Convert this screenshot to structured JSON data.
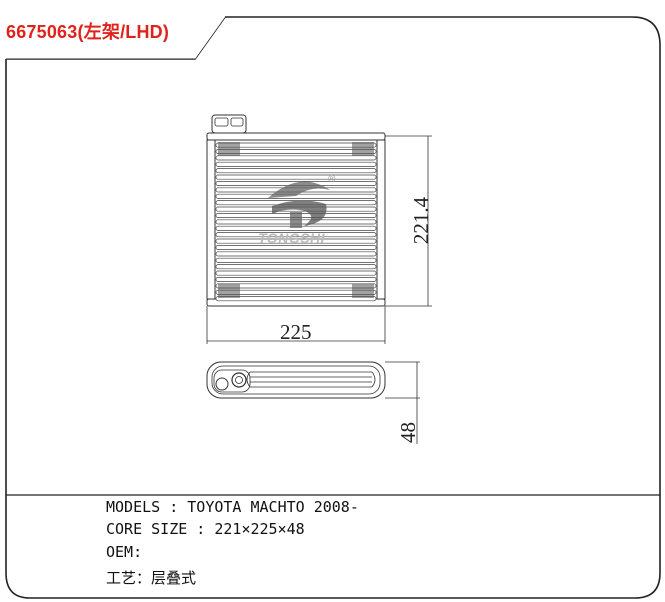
{
  "header": {
    "tab_label": "6675063(左架/LHD)",
    "tab_color": "#e0221c"
  },
  "drawing": {
    "front_view": {
      "width_label": "225",
      "height_label": "221.4"
    },
    "bottom_view": {
      "depth_label": "48"
    },
    "logo": {
      "text": "TONGSHI",
      "registered_mark": "®",
      "icon": "tongshi-logo-icon"
    }
  },
  "specs": {
    "models": {
      "label": "MODELS",
      "separator": " : ",
      "value": "TOYOTA MACHTO 2008-"
    },
    "core_size": {
      "label": "CORE SIZE",
      "separator": " : ",
      "value": "221×225×48"
    },
    "oem": {
      "label": "OEM",
      "separator": ":",
      "value": ""
    },
    "process": {
      "label": "工艺",
      "separator": "：",
      "value": "层叠式"
    }
  }
}
